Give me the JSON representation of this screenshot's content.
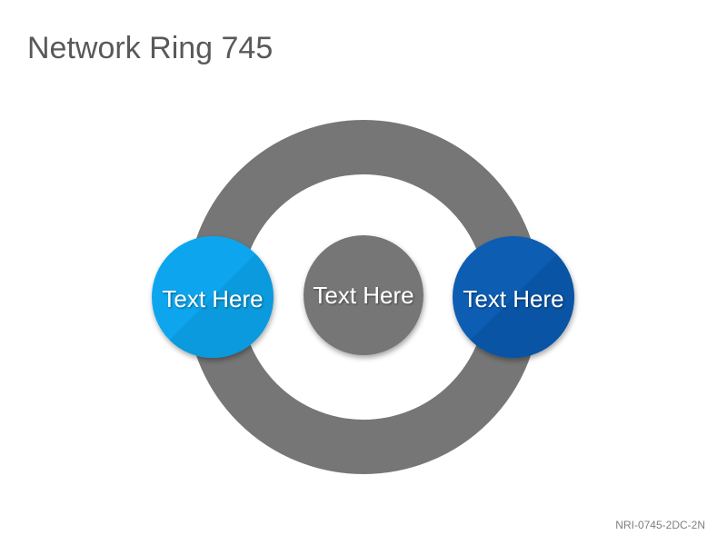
{
  "title": "Network Ring 745",
  "nodes": {
    "left": {
      "label": "Text Here",
      "color": "#0ca6ee"
    },
    "center": {
      "label": "Text Here",
      "color": "#767676"
    },
    "right": {
      "label": "Text Here",
      "color": "#0a5db3"
    }
  },
  "ring": {
    "color": "#767676"
  },
  "code": "NRI-0745-2DC-2N"
}
